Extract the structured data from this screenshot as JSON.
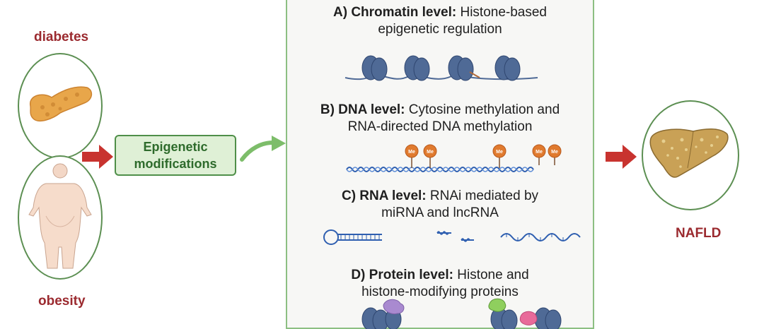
{
  "left": {
    "top_label": "diabetes",
    "bottom_label": "obesity"
  },
  "center_box": {
    "line1": "Epigenetic",
    "line2": "modifications"
  },
  "right": {
    "label": "NAFLD"
  },
  "panel": {
    "sections": [
      {
        "bold": "A) Chromatin level:",
        "rest_line1": " Histone-based",
        "line2": "epigenetic regulation"
      },
      {
        "bold": "B) DNA level:",
        "rest_line1": " Cytosine methylation and",
        "line2": "RNA-directed DNA methylation"
      },
      {
        "bold": "C) RNA level:",
        "rest_line1": " RNAi mediated by",
        "line2": "miRNA and lncRNA"
      },
      {
        "bold": "D) Protein level:",
        "rest_line1": " Histone and",
        "line2": "histone-modifying proteins"
      }
    ],
    "methyl_tag": "Me"
  },
  "colors": {
    "label_red": "#9b2a2f",
    "arrow_red": "#c8332f",
    "arrow_green": "#7dbd6a",
    "oval_border": "#5c8f52",
    "box_fill": "#dff0d6",
    "nucleosome": "#4f6a96",
    "methyl": "#e07a2e",
    "dna": "#2f5fb0"
  }
}
